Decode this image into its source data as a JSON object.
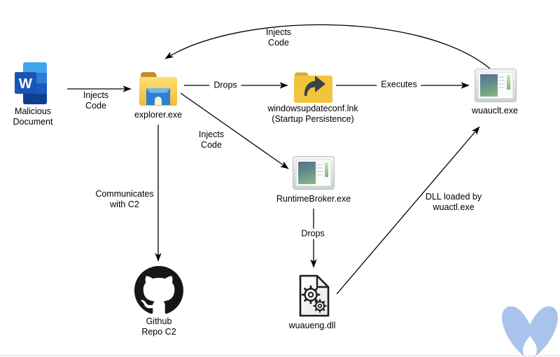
{
  "nodes": {
    "malicious_document": {
      "line1": "Malicious",
      "line2": "Document"
    },
    "explorer": {
      "label": "explorer.exe"
    },
    "lnk": {
      "line1": "windowsupdateconf.lnk",
      "line2": "(Startup Persistence)"
    },
    "wuauclt": {
      "label": "wuauclt.exe"
    },
    "runtimebroker": {
      "label": "RuntimeBroker.exe"
    },
    "wuaueng": {
      "label": "wuaueng.dll"
    },
    "github": {
      "line1": "Github",
      "line2": "Repo C2"
    }
  },
  "edges": {
    "doc_to_explorer": {
      "line1": "Injects",
      "line2": "Code"
    },
    "explorer_to_lnk": {
      "label": "Drops"
    },
    "lnk_to_wuauclt": {
      "label": "Executes"
    },
    "wuauclt_to_explorer": {
      "line1": "Injects",
      "line2": "Code"
    },
    "explorer_to_runtimebroker": {
      "line1": "Injects",
      "line2": "Code"
    },
    "explorer_to_github": {
      "line1": "Communicates",
      "line2": "with C2"
    },
    "runtimebroker_to_wuaueng": {
      "label": "Drops"
    },
    "wuaueng_to_wuauclt": {
      "line1": "DLL loaded by",
      "line2": "wuactl.exe"
    }
  },
  "icons": {
    "word_glyph": "W",
    "word_icon": "microsoft-word-document",
    "explorer_icon": "windows-explorer-folder",
    "lnk_icon": "shortcut-folder",
    "window_icon": "default-application-window",
    "dll_icon": "document-with-gears",
    "github_icon": "github-octocat",
    "watermark_icon": "malwarebytes-logo"
  },
  "colors": {
    "arrow": "#000000",
    "malwarebytes_blue": "#a9c3ec",
    "folder_body_yellow": "#f2c33d",
    "folder_tab_gold": "#c48f2e",
    "explorer_arch_blue": "#2e7ed5",
    "word_blue": "#185abd",
    "github_black": "#171515",
    "shortcut_arrow_dark": "#3d4248"
  }
}
